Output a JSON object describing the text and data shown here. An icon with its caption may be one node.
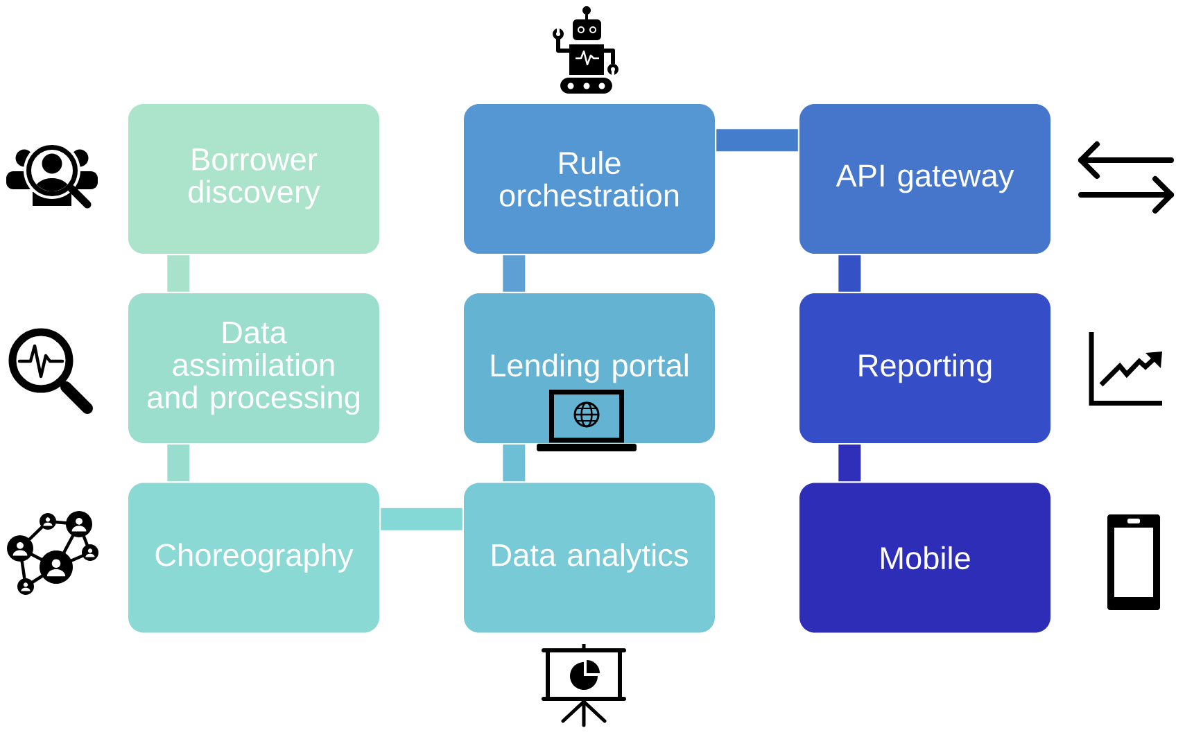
{
  "diagram": {
    "nodes": [
      {
        "text": [
          "Borrower discovery"
        ]
      },
      {
        "text": [
          "Rule orchestration"
        ]
      },
      {
        "text": [
          "API gateway"
        ]
      },
      {
        "text": [
          "Data assimilation and processing"
        ]
      },
      {
        "text": [
          "Lending portal"
        ]
      },
      {
        "text": [
          "Reporting"
        ]
      },
      {
        "text": [
          "Choreography"
        ]
      },
      {
        "text": [
          "Data analytics"
        ]
      },
      {
        "text": [
          "Mobile"
        ]
      }
    ],
    "edges": [
      {
        "from": 0,
        "to": 3,
        "arrow": "none",
        "color": "#a9e2ca"
      },
      {
        "from": 3,
        "to": 6,
        "arrow": "none",
        "color": "#98ddce"
      },
      {
        "from": 6,
        "to": 7,
        "arrow": "none",
        "color": "#84d8d6"
      },
      {
        "from": 7,
        "to": 4,
        "arrow": "none",
        "color": "#6cbfd5"
      },
      {
        "from": 4,
        "to": 1,
        "arrow": "none",
        "color": "#5ea0d4"
      },
      {
        "from": 1,
        "to": 2,
        "arrow": "none",
        "color": "#457dcd"
      },
      {
        "from": 2,
        "to": 5,
        "arrow": "none",
        "color": "#3551c6"
      },
      {
        "from": 5,
        "to": 8,
        "arrow": "none",
        "color": "#2f2fb9"
      }
    ]
  }
}
